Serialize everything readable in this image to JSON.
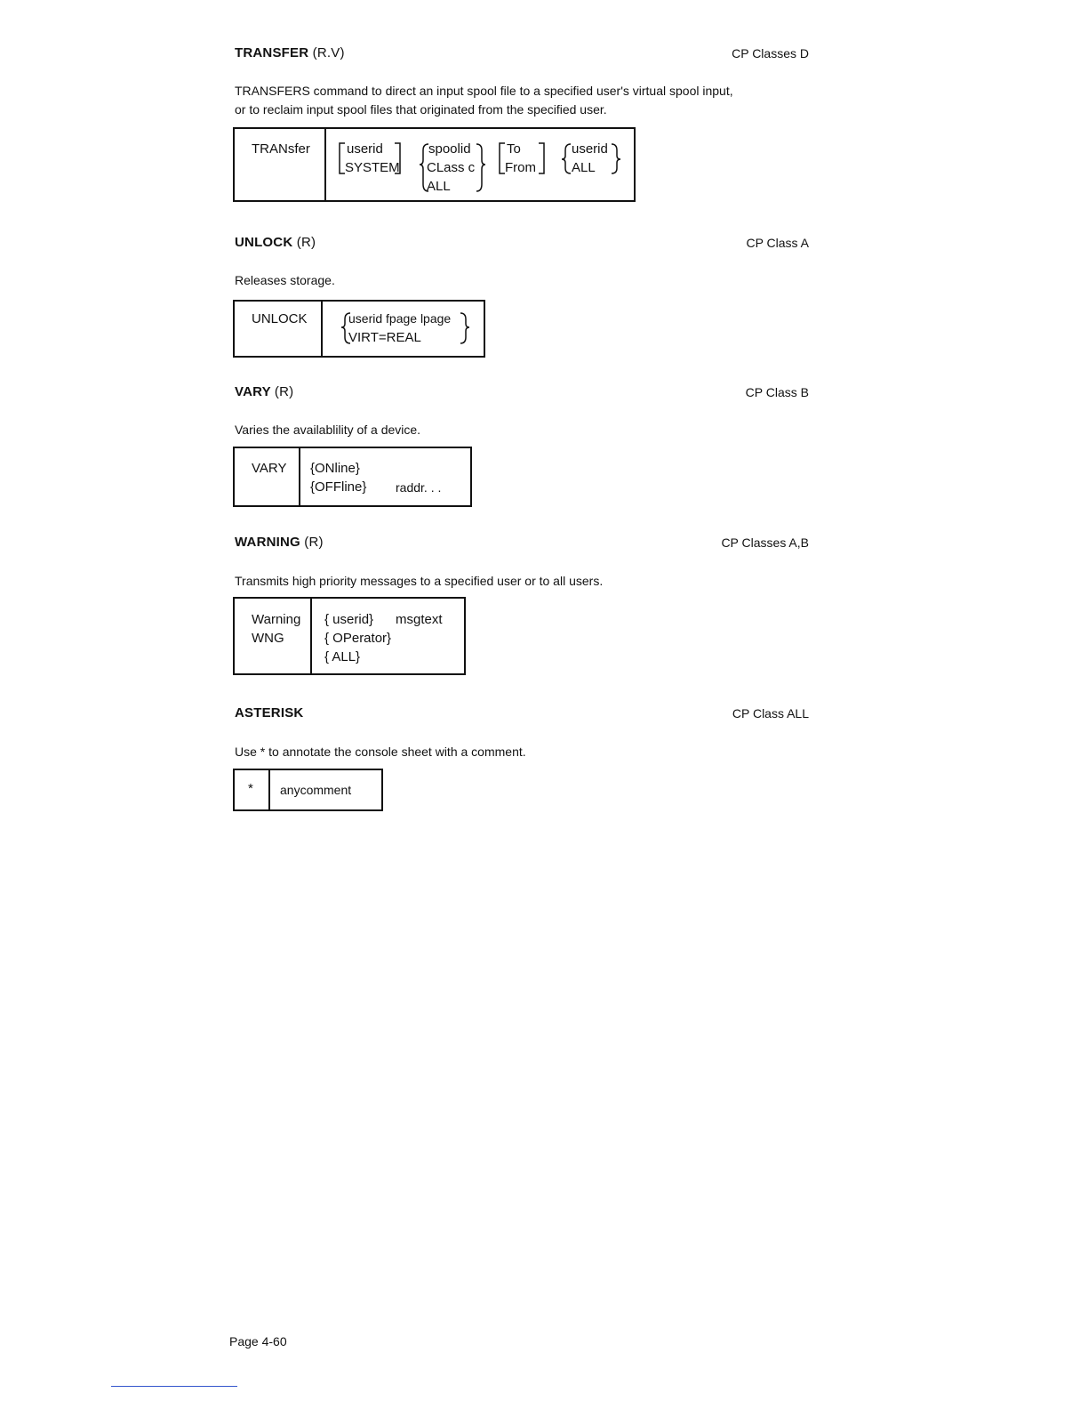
{
  "transfer": {
    "title": "TRANSFER",
    "args": "(R.V)",
    "class": "CP Classes D",
    "desc1": "TRANSFERS command to direct an input spool file to a specified user's virtual spool input,",
    "desc2": "or to reclaim input spool files that originated from the specified user.",
    "cmd": "TRANsfer",
    "opt1a": "userid",
    "opt1b": "SYSTEM",
    "opt2a": "spoolid",
    "opt2b": "CLass c",
    "opt2c": "ALL",
    "opt3a": "To",
    "opt3b": "From",
    "opt4a": "userid",
    "opt4b": "ALL"
  },
  "unlock": {
    "title": "UNLOCK",
    "args": "(R)",
    "class": "CP Class A",
    "desc": "Releases storage.",
    "cmd": "UNLOCK",
    "opt1": "userid fpage lpage",
    "opt2": "VIRT=REAL"
  },
  "vary": {
    "title": "VARY",
    "args": "(R)",
    "class": "CP Class B",
    "desc": "Varies the availablility of a device.",
    "cmd": "VARY",
    "opt1": "{ONline}",
    "opt2": "{OFFline}",
    "operand": "raddr. . ."
  },
  "warning": {
    "title": "WARNING",
    "args": "(R)",
    "class": "CP Classes A,B",
    "desc": "Transmits high priority messages to a specified user or to all users.",
    "cmd1": "Warning",
    "cmd2": "WNG",
    "opt1": "{ userid}",
    "opt2": "{ OPerator}",
    "opt3": "{ ALL}",
    "operand": "msgtext"
  },
  "asterisk": {
    "title": "ASTERISK",
    "class": "CP Class ALL",
    "desc": "Use * to annotate the console sheet with a comment.",
    "cmd": "*",
    "operand": "anycomment"
  },
  "footer": {
    "page": "Page 4-60"
  }
}
